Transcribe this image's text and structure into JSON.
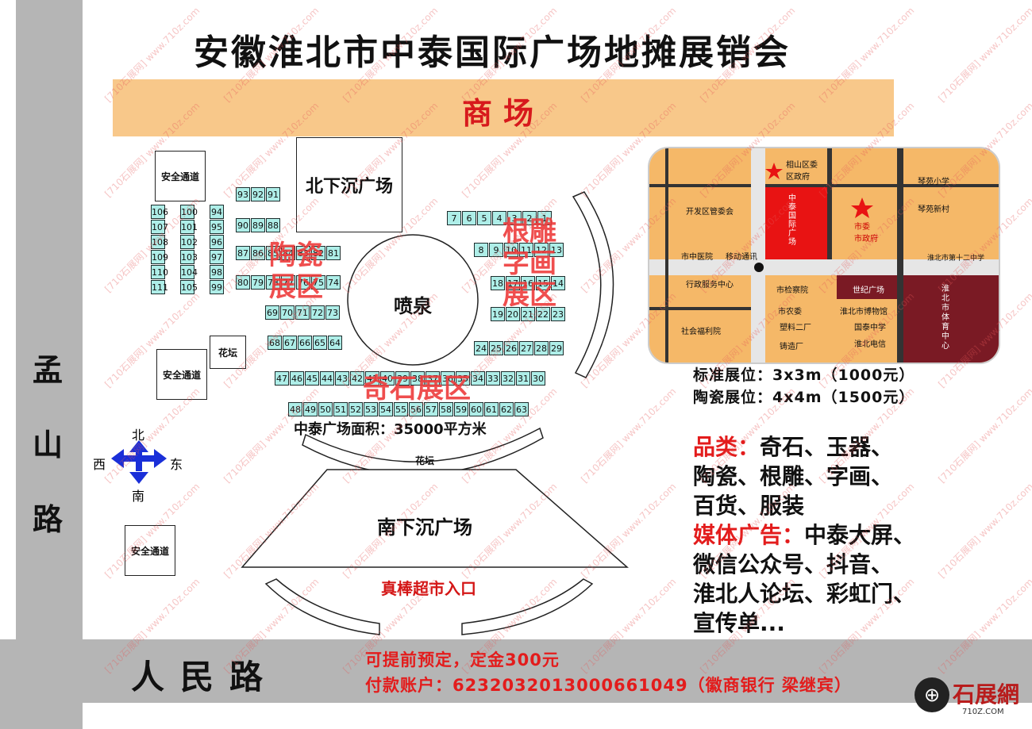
{
  "title": "安徽淮北市中泰国际广场地摊展销会",
  "mall": "商场",
  "roads": {
    "meng": "孟山路",
    "renmin": "人民路"
  },
  "landmarks": {
    "north_plaza": "北下沉广场",
    "south_plaza": "南下沉广场",
    "fountain": "喷泉",
    "safety_1": "安全通道",
    "safety_2": "安全通道",
    "safety_3": "安全通道",
    "flower_bed_1": "花坛",
    "flower_bed_2": "花坛",
    "supermarket": "真棒超市入口"
  },
  "zones": {
    "ceramic": "陶瓷\n展区",
    "root_carving": "根雕\n字画\n展区",
    "stone": "奇石展区"
  },
  "area_text": "中泰广场面积：35000平方米",
  "compass": {
    "n": "北",
    "s": "南",
    "e": "东",
    "w": "西"
  },
  "booth_rows": {
    "col_a": [
      "106",
      "107",
      "108",
      "109",
      "110",
      "111"
    ],
    "col_b": [
      "100",
      "101",
      "102",
      "103",
      "104",
      "105"
    ],
    "col_c": [
      "94",
      "95",
      "96",
      "97",
      "98",
      "99"
    ],
    "row_91": [
      "93",
      "92",
      "91"
    ],
    "row_88": [
      "90",
      "89",
      "88"
    ],
    "row_81": [
      "87",
      "86",
      "85",
      "84",
      "83",
      "82",
      "81"
    ],
    "row_74": [
      "80",
      "79",
      "78",
      "77",
      "76",
      "75",
      "74"
    ],
    "row_69": [
      "69",
      "70",
      "71",
      "72",
      "73"
    ],
    "row_64": [
      "68",
      "67",
      "66",
      "65",
      "64"
    ],
    "row_1": [
      "7",
      "6",
      "5",
      "4",
      "3",
      "2",
      "1"
    ],
    "row_8": [
      "8",
      "9",
      "10",
      "11",
      "12",
      "13"
    ],
    "row_18": [
      "18",
      "17",
      "16",
      "15",
      "14"
    ],
    "row_19": [
      "19",
      "20",
      "21",
      "22",
      "23"
    ],
    "row_24": [
      "24",
      "25",
      "26",
      "27",
      "28",
      "29"
    ],
    "row_47": [
      "47",
      "46",
      "45",
      "44",
      "43",
      "42",
      "41",
      "40",
      "39",
      "38",
      "37",
      "36",
      "35",
      "34",
      "33",
      "32",
      "31",
      "30"
    ],
    "row_48": [
      "48",
      "49",
      "50",
      "51",
      "52",
      "53",
      "54",
      "55",
      "56",
      "57",
      "58",
      "59",
      "60",
      "61",
      "62",
      "63"
    ]
  },
  "price": {
    "standard": "标准展位：3x3m（1000元）",
    "ceramic": "陶瓷展位：4x4m（1500元）"
  },
  "info": {
    "category_label": "品类：",
    "category_1": "奇石、玉器、",
    "category_2": "陶瓷、根雕、字画、",
    "category_3": "百货、服装",
    "media_label": "媒体广告：",
    "media_1": "中泰大屏、",
    "media_2": "微信公众号、抖音、",
    "media_3": "淮北人论坛、彩虹门、",
    "media_4": "宣传单..."
  },
  "footer": {
    "deposit": "可提前预定，定金300元",
    "account": "付款账户：6232032013000661049（徽商银行 梁继宾）"
  },
  "logo": {
    "name": "石展網",
    "url": "710Z.COM"
  },
  "watermark": "[710石展网] www.710z.com",
  "locmap": {
    "xiangshan": "相山区委\n区政府",
    "zhongtai": "中\n泰\n国\n际\n广\n场",
    "shiwei": "市委\n市政府",
    "qinyuan_school": "琴苑小学",
    "qinyuan_village": "琴苑新村",
    "kaifaqu": "开发区管委会",
    "zhongyiyuan": "市中医院",
    "yidong": "移动通讯",
    "no12": "淮北市第十二中学",
    "xingzheng": "行政服务中心",
    "jianchayuan": "市检察院",
    "shiji": "世纪广场",
    "tiyu": "淮\n北\n市\n体\n育\n中\n心",
    "nongwei": "市农委",
    "museum": "淮北市博物馆",
    "shehui": "社会福利院",
    "suliao": "塑料二厂",
    "guotai": "国泰中学",
    "zhuzao": "铸造厂",
    "dianxin": "淮北电信",
    "colors": {
      "block": "#f5b868",
      "road": "#e6e6e6",
      "highlight": "#e81313",
      "maroon": "#7a1a24",
      "star": "#e81313"
    }
  },
  "colors": {
    "road": "#b5b5b5",
    "mall": "#f8c88a",
    "booth": "#aeeee8",
    "zone_text": "#ee3b3b",
    "info_red": "#e31c1c",
    "compass": "#1a2fd8"
  }
}
